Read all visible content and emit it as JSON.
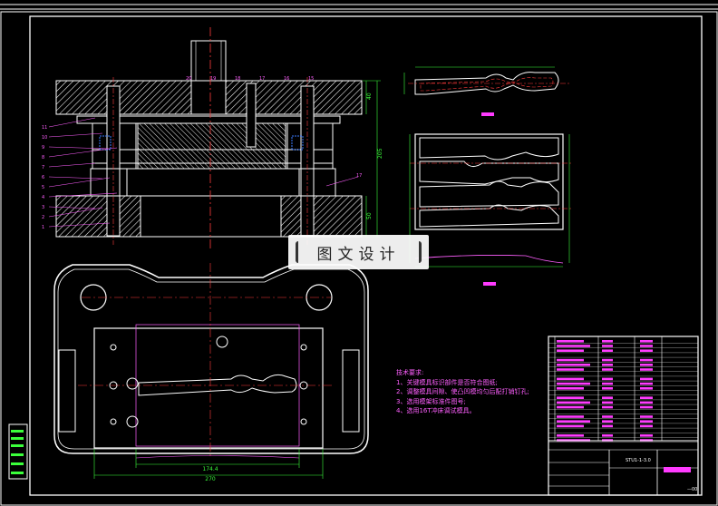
{
  "watermark": {
    "text": "图文设计"
  },
  "tech_requirements": {
    "title": "技术要求:",
    "items": [
      "1、关键模具标识部件是否符合图纸;",
      "2、调整模具间隙、使凸凹模均匀后配打销钉孔;",
      "3、选用模架标准件图号;",
      "4、选用16T冲床调试模具。"
    ]
  },
  "dimensions": {
    "width_inner": "174.4",
    "width_outer": "270",
    "height_total": "205",
    "height_top": "40",
    "height_bottom": "50"
  },
  "part_labels": [
    "11",
    "10",
    "9",
    "8",
    "7",
    "6",
    "5",
    "4",
    "3",
    "2",
    "1"
  ],
  "top_labels": [
    "20",
    "19",
    "18",
    "17",
    "16",
    "15"
  ],
  "right_label": "17",
  "title_block": {
    "drawing_no": "STU1-1-3.0",
    "sheet": "—00"
  },
  "colors": {
    "background": "#000000",
    "outline": "#ffffff",
    "centerline": "#ff3b3b",
    "dimension": "#3bff3b",
    "text": "#ff5fff",
    "highlight": "#ff3bff",
    "hatch": "#ffffff"
  }
}
